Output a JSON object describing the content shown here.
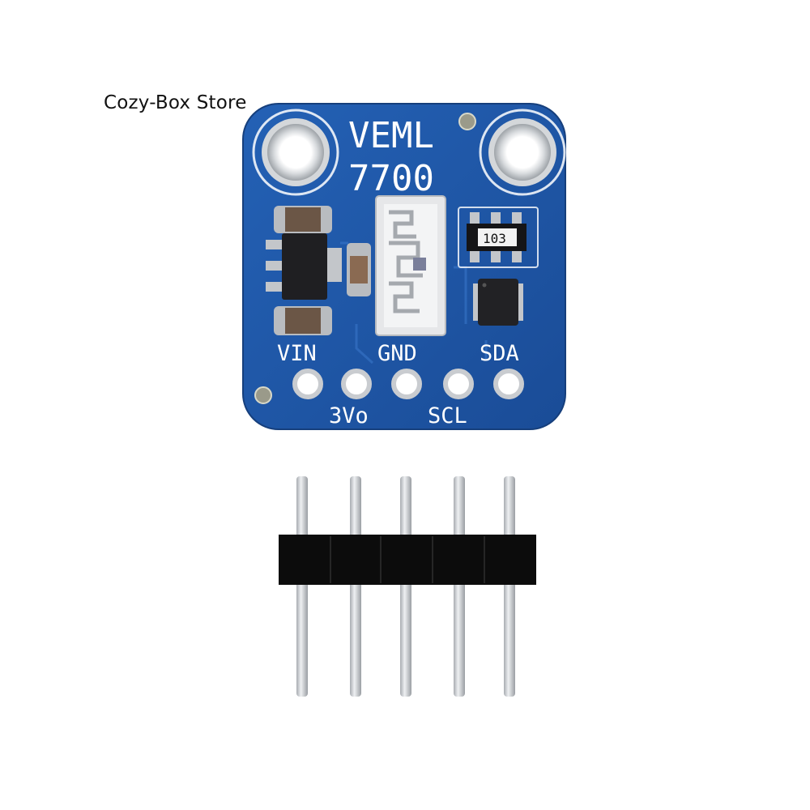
{
  "watermark": "Cozy-Box Store",
  "board": {
    "title_line1": "VEML",
    "title_line2": "7700",
    "chip_marking": "103",
    "pins_top": [
      "VIN",
      "GND",
      "SDA"
    ],
    "pins_bottom": [
      "3Vo",
      "SCL"
    ]
  },
  "colors": {
    "pcb": "#1e56a8",
    "pcb_dark": "#15407f",
    "pad": "#c9ccd0",
    "header_plastic": "#0c0c0c",
    "pin_metal": "#cfd2d6"
  }
}
